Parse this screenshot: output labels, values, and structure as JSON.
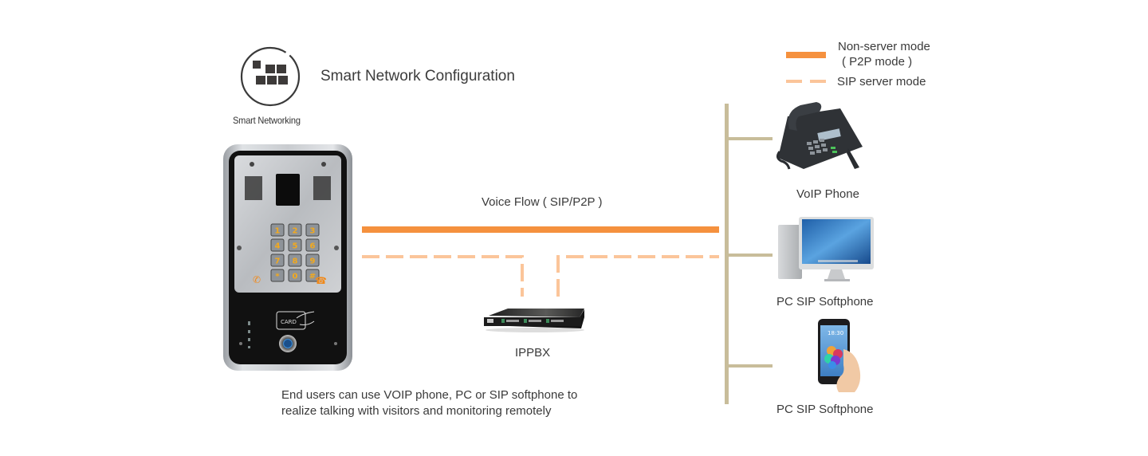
{
  "header": {
    "icon": "smart-networking-grid-icon",
    "title": "Smart Network Configuration",
    "icon_caption": "Smart Networking"
  },
  "legend": {
    "items": [
      {
        "style": "solid",
        "label_line1": "Non-server mode",
        "label_line2": "( P2P mode )",
        "color": "#f5913e"
      },
      {
        "style": "dashed",
        "label_line1": "SIP server mode",
        "color": "#fbc59a"
      }
    ]
  },
  "flow": {
    "voice_label": "Voice Flow ( SIP/P2P )",
    "bus_color": "#c8bd9a"
  },
  "devices": {
    "intercom": {
      "icon": "door-intercom-keypad-icon",
      "keys": [
        "1",
        "2",
        "3",
        "4",
        "5",
        "6",
        "7",
        "8",
        "9",
        "*",
        "0",
        "#"
      ],
      "card_label": "CARD"
    },
    "ippbx": {
      "icon": "ippbx-server-icon",
      "label": "IPPBX"
    },
    "endpoints": [
      {
        "icon": "voip-desk-phone-icon",
        "label": "VoIP Phone"
      },
      {
        "icon": "desktop-computer-icon",
        "label": "PC SIP Softphone"
      },
      {
        "icon": "smartphone-in-hand-icon",
        "label": "PC SIP Softphone",
        "screen_time": "18:30"
      }
    ]
  },
  "caption": {
    "line1": "End users can use VOIP phone, PC or SIP softphone to",
    "line2": "realize talking with visitors and monitoring remotely"
  }
}
